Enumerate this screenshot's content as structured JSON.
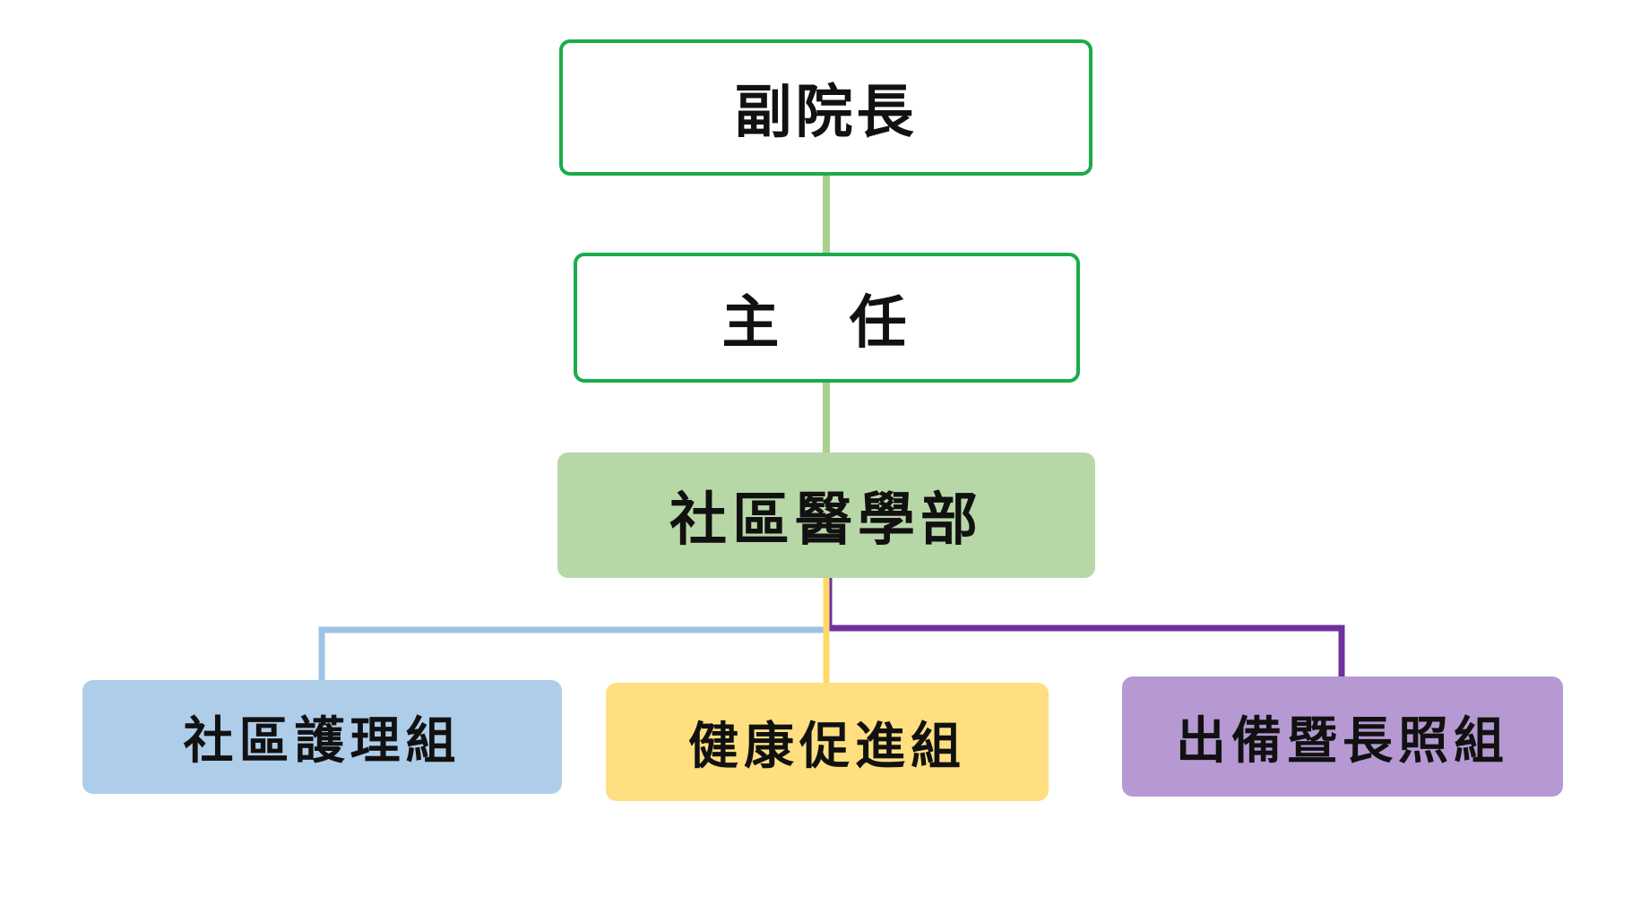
{
  "diagram": {
    "nodes": {
      "vice_president": "副院長",
      "director": "主 任",
      "department": "社區醫學部",
      "nursing_group": "社區護理組",
      "health_promotion_group": "健康促進組",
      "discharge_ltc_group": "出備暨長照組"
    },
    "colors": {
      "outline_green": "#1aab4b",
      "connector_light_green": "#a9d18e",
      "department_fill": "#b8d7a7",
      "nursing_fill": "#aecde9",
      "nursing_connector": "#9dc3e6",
      "health_fill": "#ffdf80",
      "health_connector": "#ffd966",
      "ltc_fill": "#b698d3",
      "ltc_connector": "#7030a0"
    }
  }
}
